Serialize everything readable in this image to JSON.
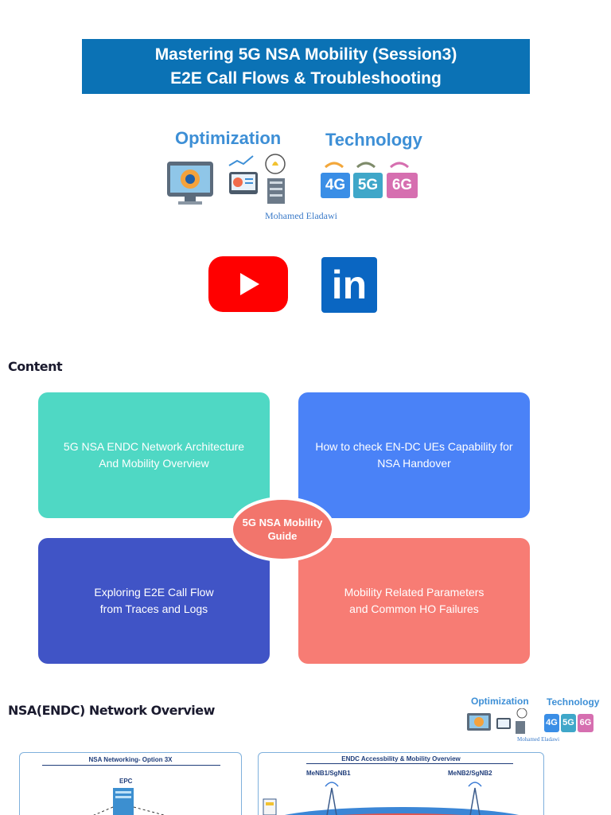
{
  "slide1": {
    "title_line1": "Mastering 5G NSA Mobility (Session3)",
    "title_line2": "E2E Call Flows & Troubleshooting",
    "brand_left": "Optimization",
    "brand_right": "Technology",
    "generations": [
      "4G",
      "5G",
      "6G"
    ],
    "author": "Mohamed Eladawi",
    "social": {
      "youtube": "youtube-icon",
      "linkedin_text": "in"
    }
  },
  "content": {
    "heading": "Content",
    "quadrants": [
      {
        "text": "5G NSA ENDC Network Architecture\nAnd Mobility Overview",
        "color": "#4fd8c4"
      },
      {
        "text": "How to check EN-DC UEs Capability for\nNSA Handover",
        "color": "#4a82f7"
      },
      {
        "text": "Exploring E2E Call Flow\nfrom Traces and Logs",
        "color": "#4054c6"
      },
      {
        "text": "Mobility Related Parameters\nand Common HO Failures",
        "color": "#f77c74"
      }
    ],
    "center": "5G NSA Mobility\nGuide"
  },
  "overview": {
    "heading": "NSA(ENDC) Network Overview",
    "logo": {
      "brand_left": "Optimization",
      "brand_right": "Technology",
      "generations": [
        "4G",
        "5G",
        "6G"
      ],
      "author": "Mohamed Eladawi"
    },
    "diagram_left": {
      "title": "NSA Networking- Option 3X",
      "epc_label": "EPC"
    },
    "diagram_right": {
      "title": "ENDC Accessbility & Mobility Overview",
      "enb1": "MeNB1/SgNB1",
      "enb2": "MeNB2/SgNB2"
    }
  },
  "colors": {
    "title_bg": "#0b72b5",
    "brand_blue": "#3d8fd6",
    "youtube_red": "#ff0000",
    "linkedin_blue": "#0a66c2",
    "g4": "#3a8ee6",
    "g5": "#3fa7c9",
    "g6": "#d66fb0"
  }
}
